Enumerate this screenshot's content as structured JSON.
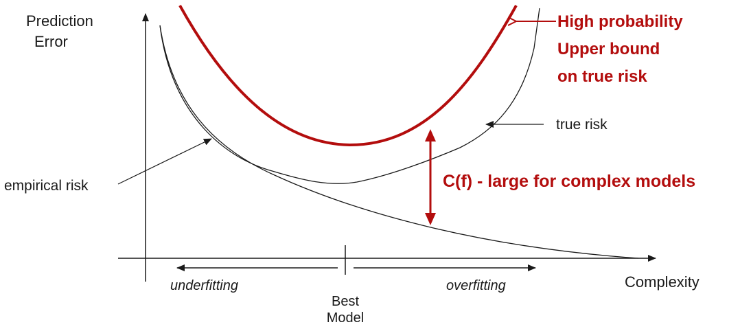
{
  "axes": {
    "y_label": [
      "Prediction",
      "Error"
    ],
    "x_label": "Complexity"
  },
  "curves": {
    "empirical": "empirical risk",
    "true": "true risk"
  },
  "bound_label": [
    "High probability",
    "Upper bound",
    "on true risk"
  ],
  "gap_label": "C(f) - large for complex models",
  "regions": {
    "left": "underfitting",
    "center": [
      "Best",
      "Model"
    ],
    "right": "overfitting"
  },
  "colors": {
    "ink": "#1a1a1a",
    "accent": "#b30d0d"
  }
}
